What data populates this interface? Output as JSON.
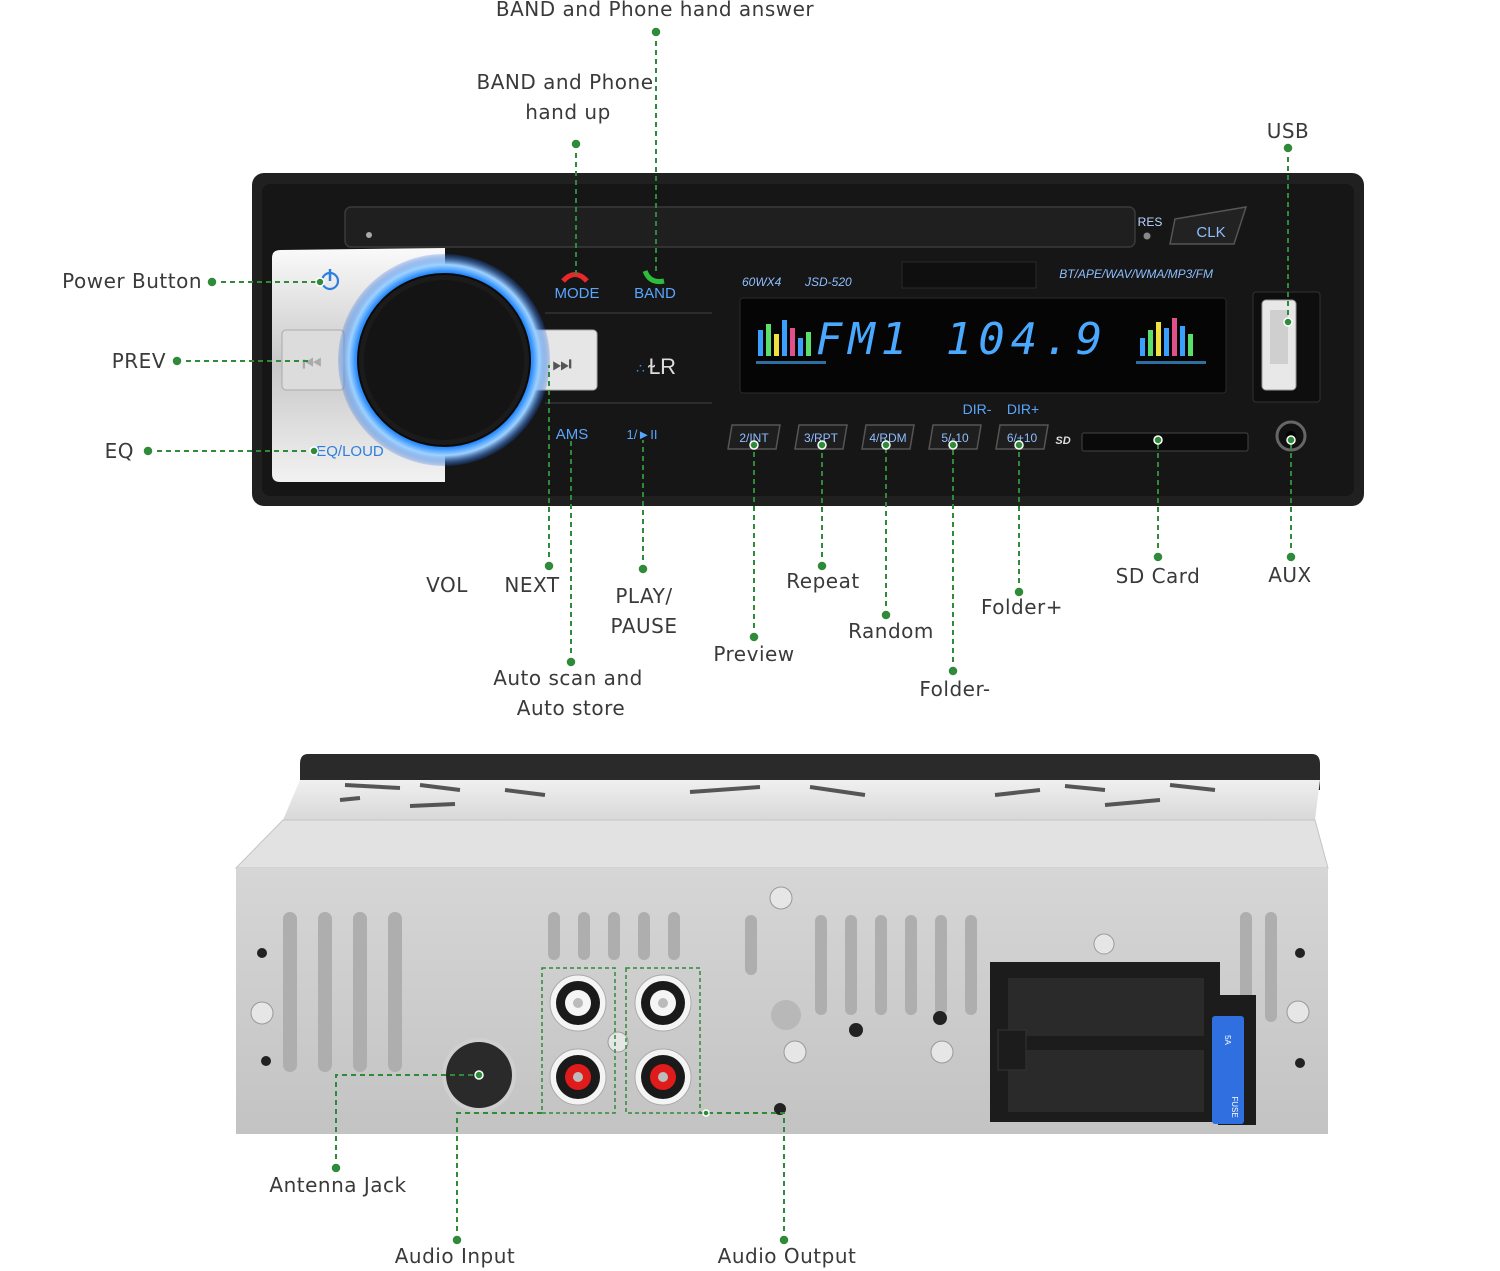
{
  "front_panel": {
    "mode_label": "MODE",
    "band_label": "BAND",
    "model_text": "60WX4",
    "model_id": "JSD-520",
    "formats_text": "BT/APE/WAV/WMA/MP3/FM",
    "display_text": "FM1 104.9",
    "res_label": "RES",
    "clk_label": "CLK",
    "eq_loud_label": "EQ/LOUD",
    "ams_label": "AMS",
    "play_pause_label": "1/►II",
    "dir_minus": "DIR-",
    "dir_plus": "DIR+",
    "preset_buttons": [
      "2/INT",
      "3/RPT",
      "4/RDM",
      "5/-10",
      "6/+10"
    ],
    "sd_logo": "SD",
    "fuse_labels": [
      "FUSE",
      "5A"
    ]
  },
  "labels": {
    "band_answer": "BAND and Phone hand answer",
    "band_hangup_1": "BAND and Phone",
    "band_hangup_2": "hand up",
    "usb": "USB",
    "power": "Power Button",
    "prev": "PREV",
    "eq": "EQ",
    "vol": "VOL",
    "next": "NEXT",
    "play_1": "PLAY/",
    "play_2": "PAUSE",
    "repeat": "Repeat",
    "preview": "Preview",
    "random": "Random",
    "folder_plus": "Folder+",
    "folder_minus": "Folder-",
    "sd_card": "SD Card",
    "aux": "AUX",
    "auto_1": "Auto scan and",
    "auto_2": "Auto store",
    "antenna": "Antenna Jack",
    "audio_input": "Audio Input",
    "audio_output": "Audio Output"
  },
  "colors": {
    "accent_green": "#2f8a3a",
    "knob_glow": "#1e90ff",
    "display_text": "#4aa8ff",
    "panel": "#1b1b1b"
  }
}
